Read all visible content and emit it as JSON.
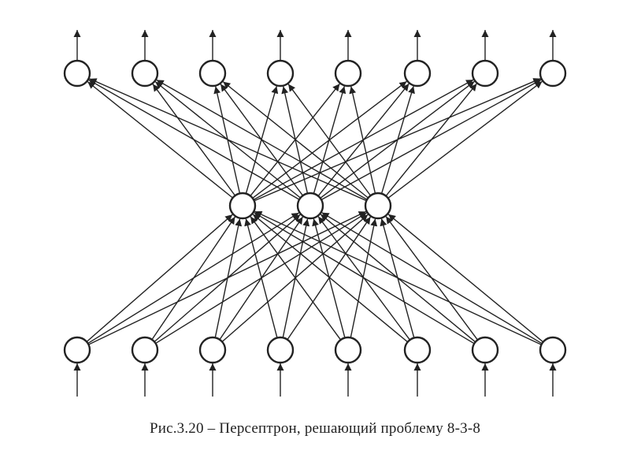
{
  "caption": "Рис.3.20 – Персептрон, решающий проблему 8-3-8",
  "network": {
    "layers": [
      {
        "name": "input",
        "neurons": 8
      },
      {
        "name": "hidden",
        "neurons": 3
      },
      {
        "name": "output",
        "neurons": 8
      }
    ],
    "connectivity": "fully-connected",
    "input_arrows": true,
    "output_arrows": true
  },
  "colors": {
    "line": "#222222",
    "background": "#ffffff"
  }
}
